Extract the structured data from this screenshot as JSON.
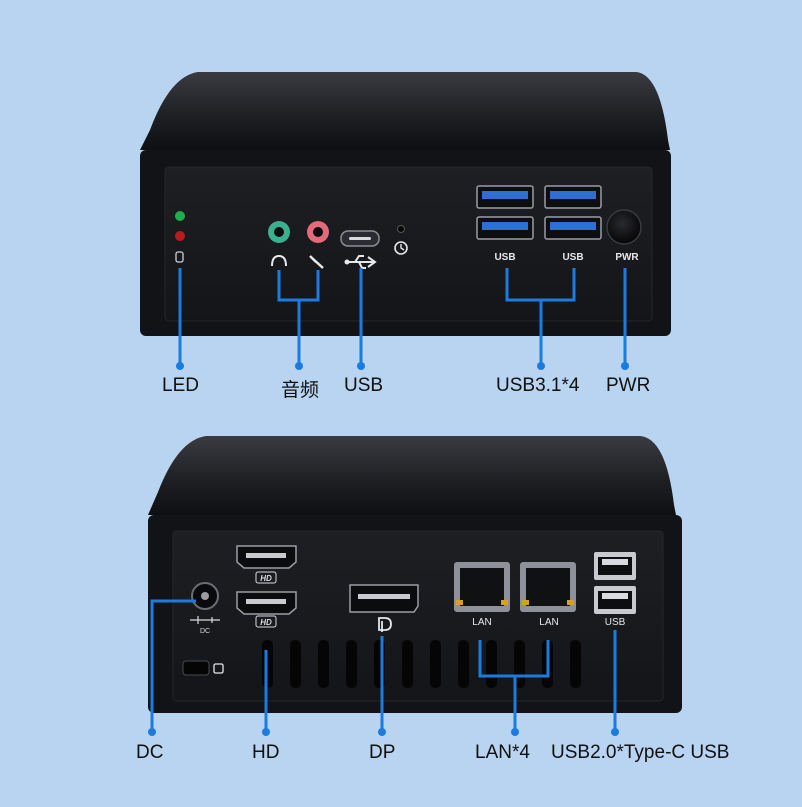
{
  "front_panel": {
    "port_text": {
      "usb_a": "USB",
      "usb_b": "USB",
      "pwr": "PWR"
    },
    "callouts": {
      "led": "LED",
      "audio": "音频",
      "usb": "USB",
      "usb31": "USB3.1*4",
      "pwr": "PWR"
    }
  },
  "rear_panel": {
    "port_text": {
      "dc": "DC",
      "hd_top": "HD",
      "hd_bottom": "HD",
      "lan_a": "LAN",
      "lan_b": "LAN",
      "usb": "USB"
    },
    "callouts": {
      "dc": "DC",
      "hd": "HD",
      "dp": "DP",
      "lan": "LAN*4",
      "usb": "USB2.0*Type-C USB"
    }
  },
  "colors": {
    "background": "#b8d4f0",
    "callout": "#1a7ce0",
    "case": "#1b1c1f",
    "usb3_blue": "#2d6fd6",
    "led_green": "#1ab04a",
    "led_red": "#b81d1d",
    "audio_green": "#3bb08f",
    "audio_pink": "#e36a7b"
  }
}
